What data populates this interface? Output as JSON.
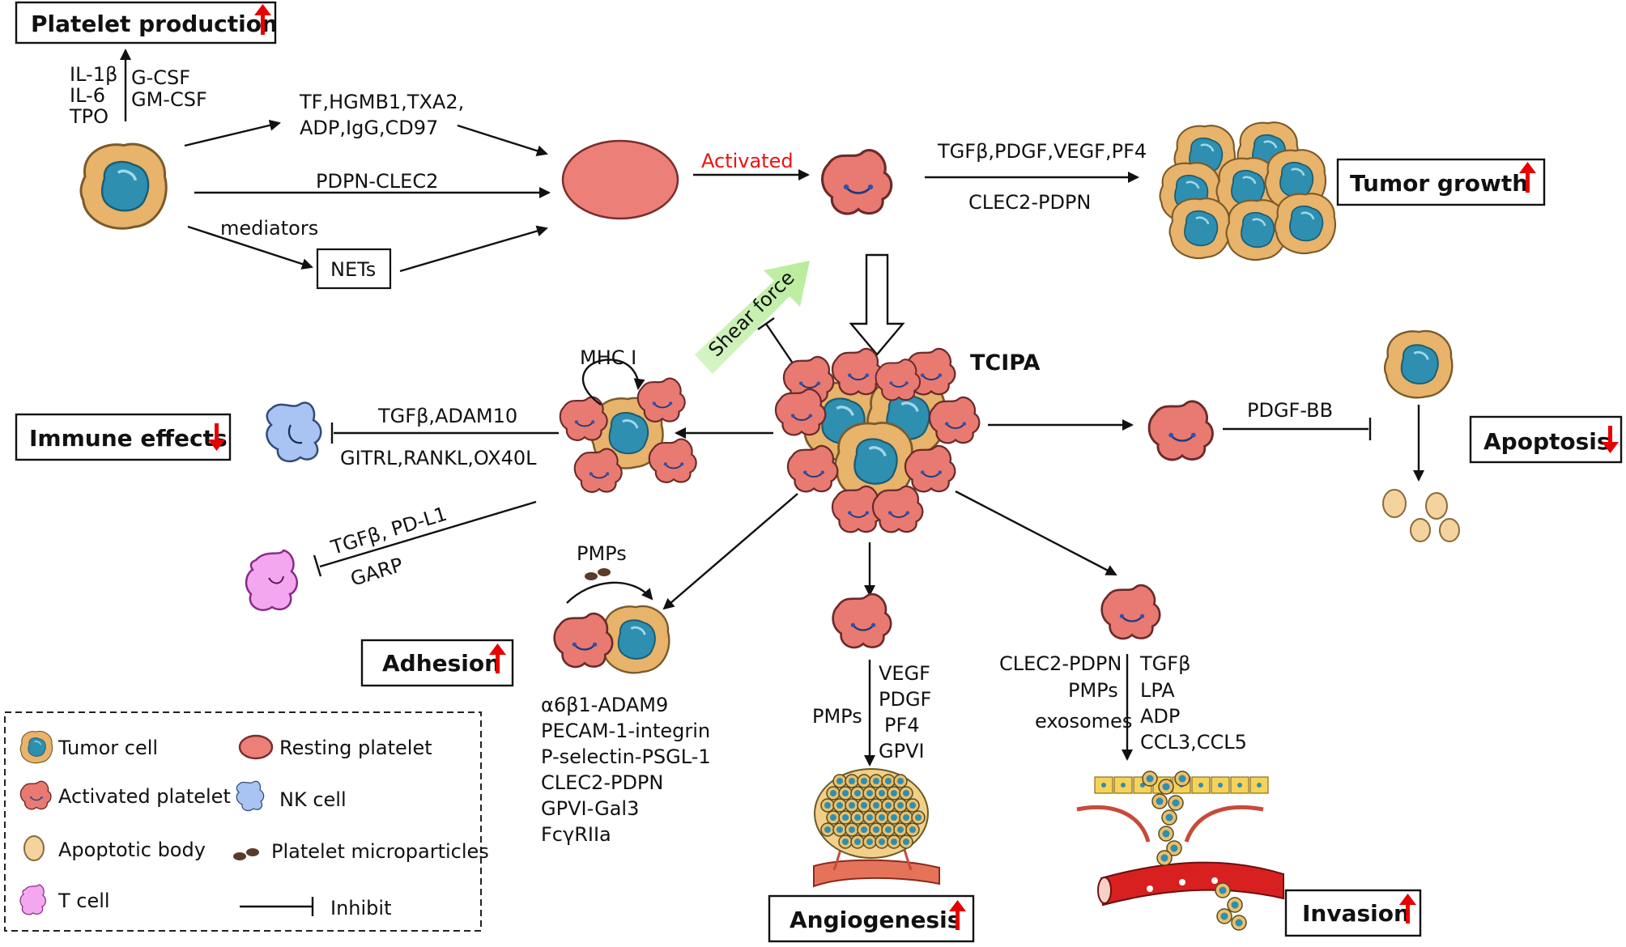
{
  "boxes": {
    "platelet_production": "Platelet production",
    "tumor_growth": "Tumor growth",
    "immune_effects": "Immune effects",
    "apoptosis": "Apoptosis",
    "adhesion": "Adhesion",
    "angiogenesis": "Angiogenesis",
    "invasion": "Invasion",
    "nets": "NETs"
  },
  "arrows": {
    "up_color": "#e60000",
    "down_color": "#e60000"
  },
  "labels": {
    "il1b": "IL-1β",
    "il6": "IL-6",
    "tpo": "TPO",
    "gcsf": "G-CSF",
    "gmcsf": "GM-CSF",
    "tf_line1": "TF,HGMB1,TXA2,",
    "tf_line2": "ADP,IgG,CD97",
    "pdpn_clec2": "PDPN-CLEC2",
    "mediators": "mediators",
    "activated": "Activated",
    "tgfb_pdgf": "TGFβ,PDGF,VEGF,PF4",
    "clec2_pdpn_top": "CLEC2-PDPN",
    "shear_force": "Shear force",
    "tcipa": "TCIPA",
    "mhc": "MHC I",
    "tgfb_adam10": "TGFβ,ADAM10",
    "gitrl": "GITRL,RANKL,OX40L",
    "tgfb_pdl1": "TGFβ, PD-L1",
    "garp": "GARP",
    "pdgf_bb": "PDGF-BB",
    "pmps_adhesion": "PMPs",
    "adhesion_list": [
      "α6β1-ADAM9",
      "PECAM-1-integrin",
      "P-selectin-PSGL-1",
      "CLEC2-PDPN",
      "GPVI-Gal3",
      "FcγRIIa"
    ],
    "angio_pmps": "PMPs",
    "angio_list": [
      "VEGF",
      "PDGF",
      "PF4",
      "GPVI"
    ],
    "invasion_left": [
      "CLEC2-PDPN",
      "PMPs",
      "exosomes"
    ],
    "invasion_right": [
      "TGFβ",
      "LPA",
      "ADP",
      "CCL3,CCL5"
    ]
  },
  "legend": {
    "tumor_cell": "Tumor cell",
    "resting_platelet": "Resting platelet",
    "activated_platelet": "Activated platelet",
    "nk_cell": "NK cell",
    "apoptotic_body": "Apoptotic body",
    "platelet_microparticles": "Platelet microparticles",
    "t_cell": "T cell",
    "inhibit": "Inhibit"
  },
  "colors": {
    "tumor_cell": "#e8b36a",
    "tumor_nucleus": "#2e8fb0",
    "platelet": "#e87a72",
    "nk_cell": "#a9c4f2",
    "t_cell": "#f3a7ef",
    "apoptotic_body": "#f5d39e",
    "shear_arrow": "#c9f0b4",
    "activated_text": "#e11111"
  }
}
